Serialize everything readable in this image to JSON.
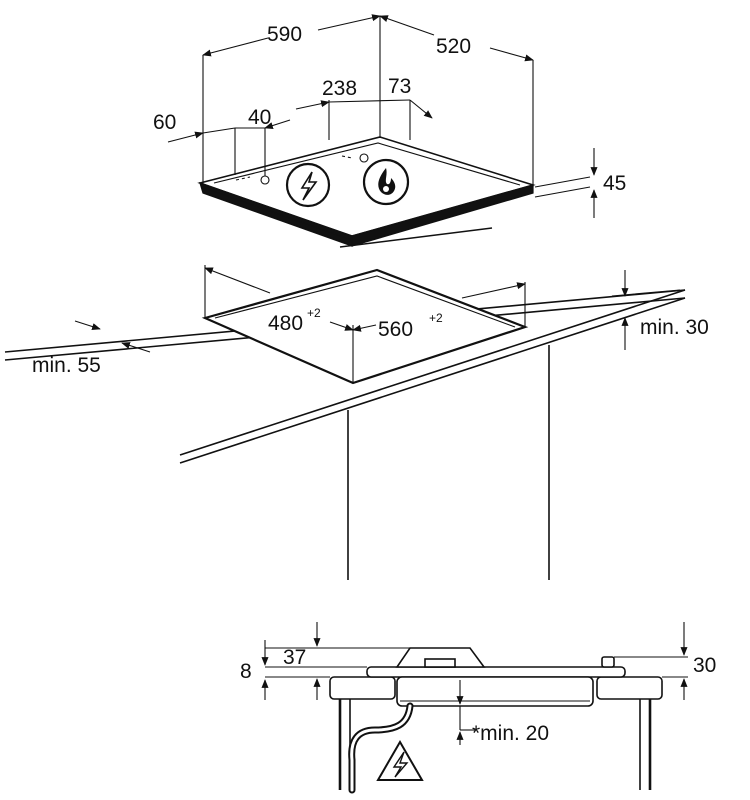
{
  "top_view": {
    "width_dim": "590",
    "depth_dim": "520",
    "left_offset": "60",
    "inner_offset": "40",
    "burner_spacing": "238",
    "right_offset": "73",
    "hob_thickness": "45"
  },
  "cutout_view": {
    "width": "480",
    "width_tol": "+2",
    "depth": "560",
    "depth_tol": "+2",
    "min_front": "min. 55",
    "min_back": "min. 30"
  },
  "side_view": {
    "edge": "8",
    "height": "37",
    "right_height": "30",
    "min_clearance": "*min. 20"
  },
  "icons": {
    "electric": "lightning-icon",
    "gas": "flame-icon",
    "warning": "electric-warning-icon"
  }
}
